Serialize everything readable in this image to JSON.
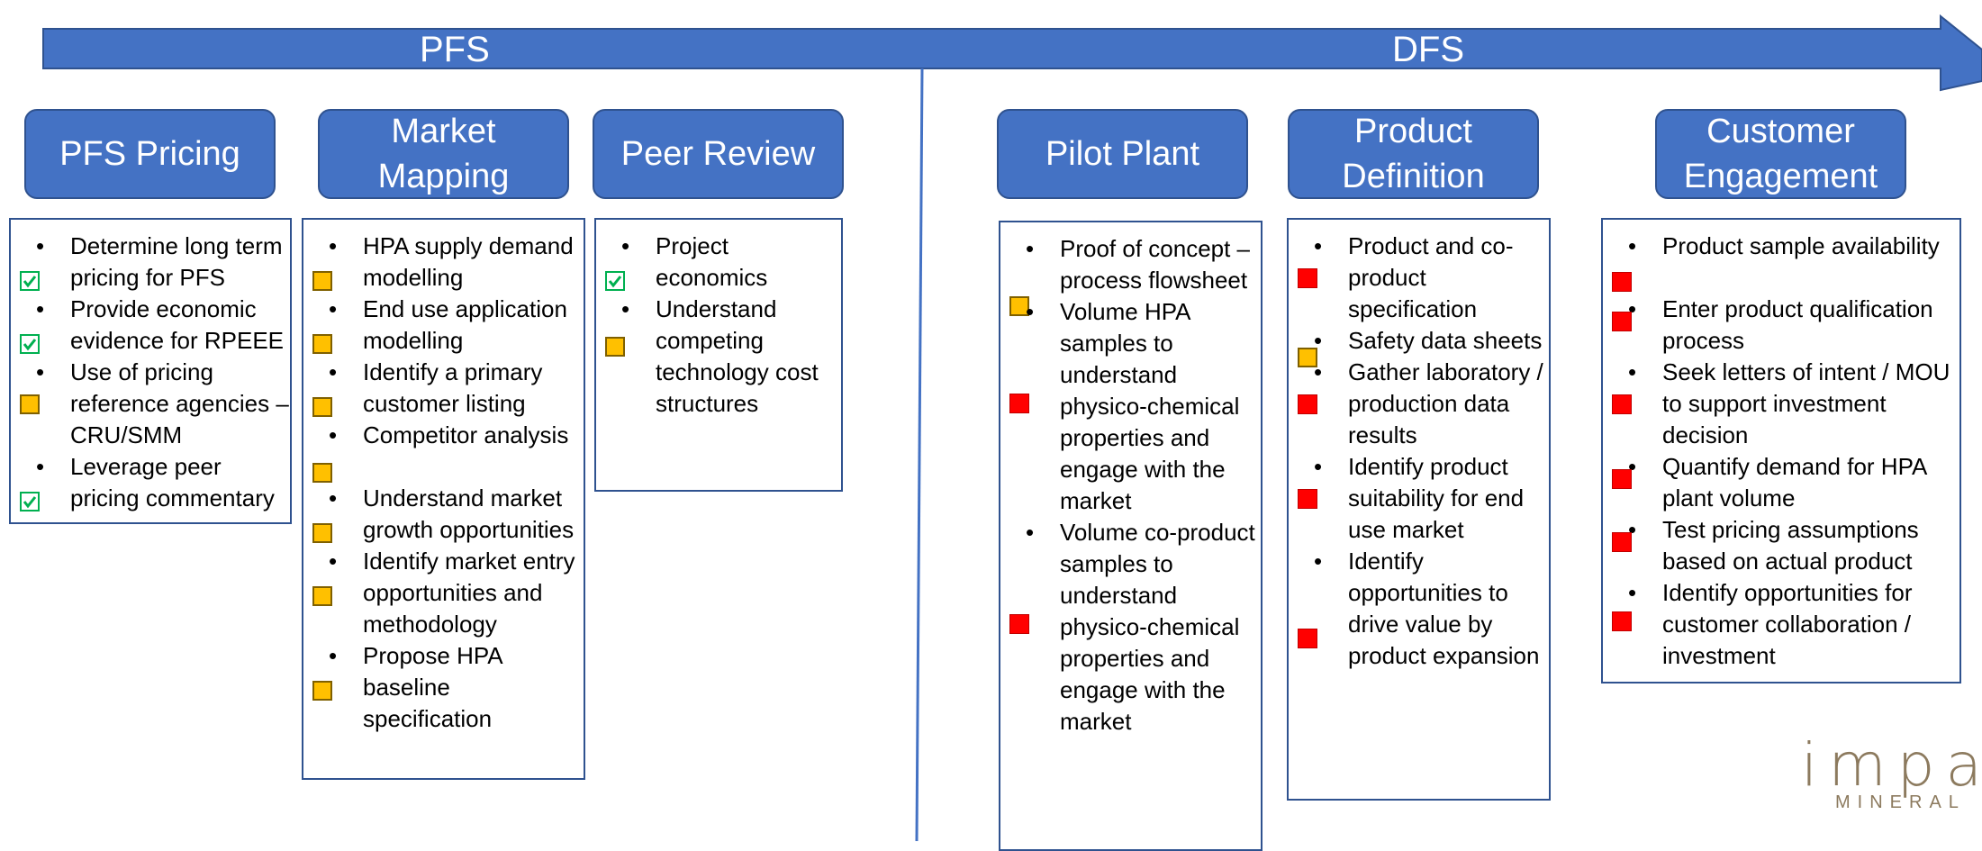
{
  "timeline": {
    "phase1": "PFS",
    "phase2": "DFS",
    "arrow_color": "#4472C4"
  },
  "columns": [
    {
      "id": "pfs-pricing",
      "title": "PFS Pricing",
      "items": [
        {
          "text": "Determine long term pricing for PFS",
          "status": "green"
        },
        {
          "text": "Provide economic evidence for RPEEE",
          "status": "green"
        },
        {
          "text": "Use of pricing reference agencies – CRU/SMM",
          "status": "amber"
        },
        {
          "text": "Leverage peer pricing commentary",
          "status": "green"
        }
      ]
    },
    {
      "id": "market-mapping",
      "title": "Market Mapping",
      "items": [
        {
          "text": "HPA supply demand modelling",
          "status": "amber"
        },
        {
          "text": "End use application modelling",
          "status": "amber"
        },
        {
          "text": "Identify a primary customer listing",
          "status": "amber"
        },
        {
          "text": "Competitor analysis",
          "status": "amber"
        },
        {
          "text": "Understand market growth opportunities",
          "status": "amber"
        },
        {
          "text": "Identify market entry opportunities and methodology",
          "status": "amber"
        },
        {
          "text": "Propose HPA baseline specification",
          "status": "amber"
        }
      ]
    },
    {
      "id": "peer-review",
      "title": "Peer Review",
      "items": [
        {
          "text": "Project economics",
          "status": "green"
        },
        {
          "text": "Understand competing technology cost structures",
          "status": "amber"
        }
      ]
    },
    {
      "id": "pilot-plant",
      "title": "Pilot Plant",
      "items": [
        {
          "text": "Proof of concept – process flowsheet",
          "status": "amber"
        },
        {
          "text": "Volume HPA samples to understand physico-chemical properties and engage with the market",
          "status": "red"
        },
        {
          "text": "Volume co-product samples to understand physico-chemical properties and engage with the market",
          "status": "red"
        }
      ]
    },
    {
      "id": "product-definition",
      "title": "Product Definition",
      "items": [
        {
          "text": "Product and co-product specification",
          "status": "red"
        },
        {
          "text": "Safety data sheets",
          "status": "amber"
        },
        {
          "text": "Gather laboratory / production data results",
          "status": "red"
        },
        {
          "text": "Identify product suitability for end use market",
          "status": "red"
        },
        {
          "text": "Identify opportunities to drive value by product expansion",
          "status": "red"
        }
      ]
    },
    {
      "id": "customer-engagement",
      "title": "Customer Engagement",
      "items": [
        {
          "text": "Product sample availability",
          "status": "red"
        },
        {
          "text": "Enter product qualification process",
          "status": "red"
        },
        {
          "text": "Seek letters of intent / MOU to support investment decision",
          "status": "red"
        },
        {
          "text": "Quantify demand for HPA plant volume",
          "status": "red"
        },
        {
          "text": "Test pricing assumptions based on actual product",
          "status": "red"
        },
        {
          "text": "Identify opportunities for customer collaboration / investment",
          "status": "red"
        }
      ]
    }
  ],
  "logo": {
    "main": "impa",
    "sub": "MINERAL"
  },
  "colors": {
    "header_fill": "#4472C4",
    "header_border": "#2F528F",
    "amber": "#FFC000",
    "red": "#FF0000",
    "green_check": "#00B050"
  }
}
